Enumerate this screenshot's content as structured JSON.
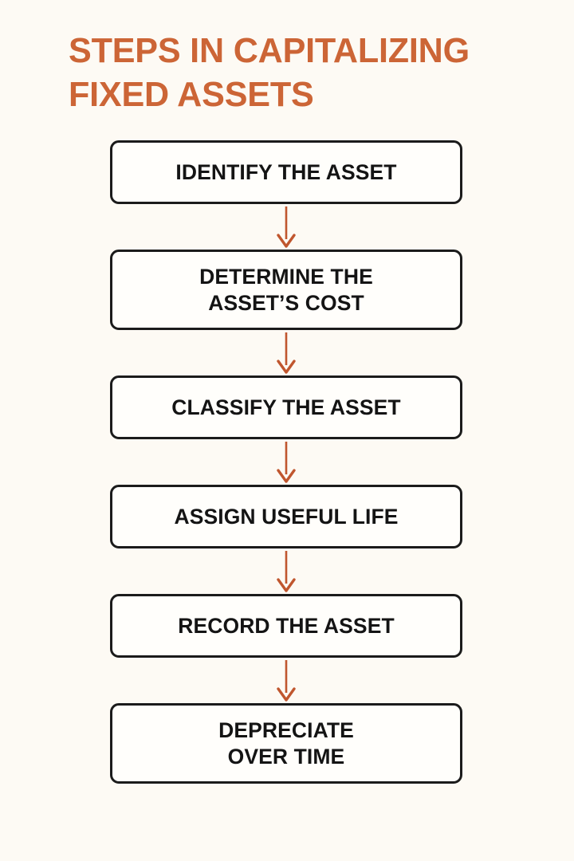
{
  "page": {
    "background_color": "#fdfaf4",
    "title_color": "#cc6536",
    "node_border_color": "#1b1b1b",
    "node_fill_color": "#fffefb",
    "arrow_color": "#c0562e",
    "text_color": "#141414"
  },
  "header": {
    "title_line_1": "STEPS IN CAPITALIZING",
    "title_line_2": "FIXED ASSETS",
    "title_full": "STEPS IN CAPITALIZING FIXED ASSETS"
  },
  "chart_data": {
    "type": "diagram",
    "diagram_type": "flowchart",
    "orientation": "vertical",
    "title": "STEPS IN CAPITALIZING FIXED ASSETS",
    "node_count": 6,
    "connector_count": 5,
    "connector_icon": "down-arrow-icon",
    "nodes": [
      {
        "step": 1,
        "label": "IDENTIFY THE ASSET",
        "lines": 1
      },
      {
        "step": 2,
        "label": "DETERMINE THE\nASSET’S COST",
        "lines": 2
      },
      {
        "step": 3,
        "label": "CLASSIFY THE ASSET",
        "lines": 1
      },
      {
        "step": 4,
        "label": "ASSIGN USEFUL LIFE",
        "lines": 1
      },
      {
        "step": 5,
        "label": "RECORD THE ASSET",
        "lines": 1
      },
      {
        "step": 6,
        "label": "DEPRECIATE\nOVER TIME",
        "lines": 2
      }
    ]
  }
}
